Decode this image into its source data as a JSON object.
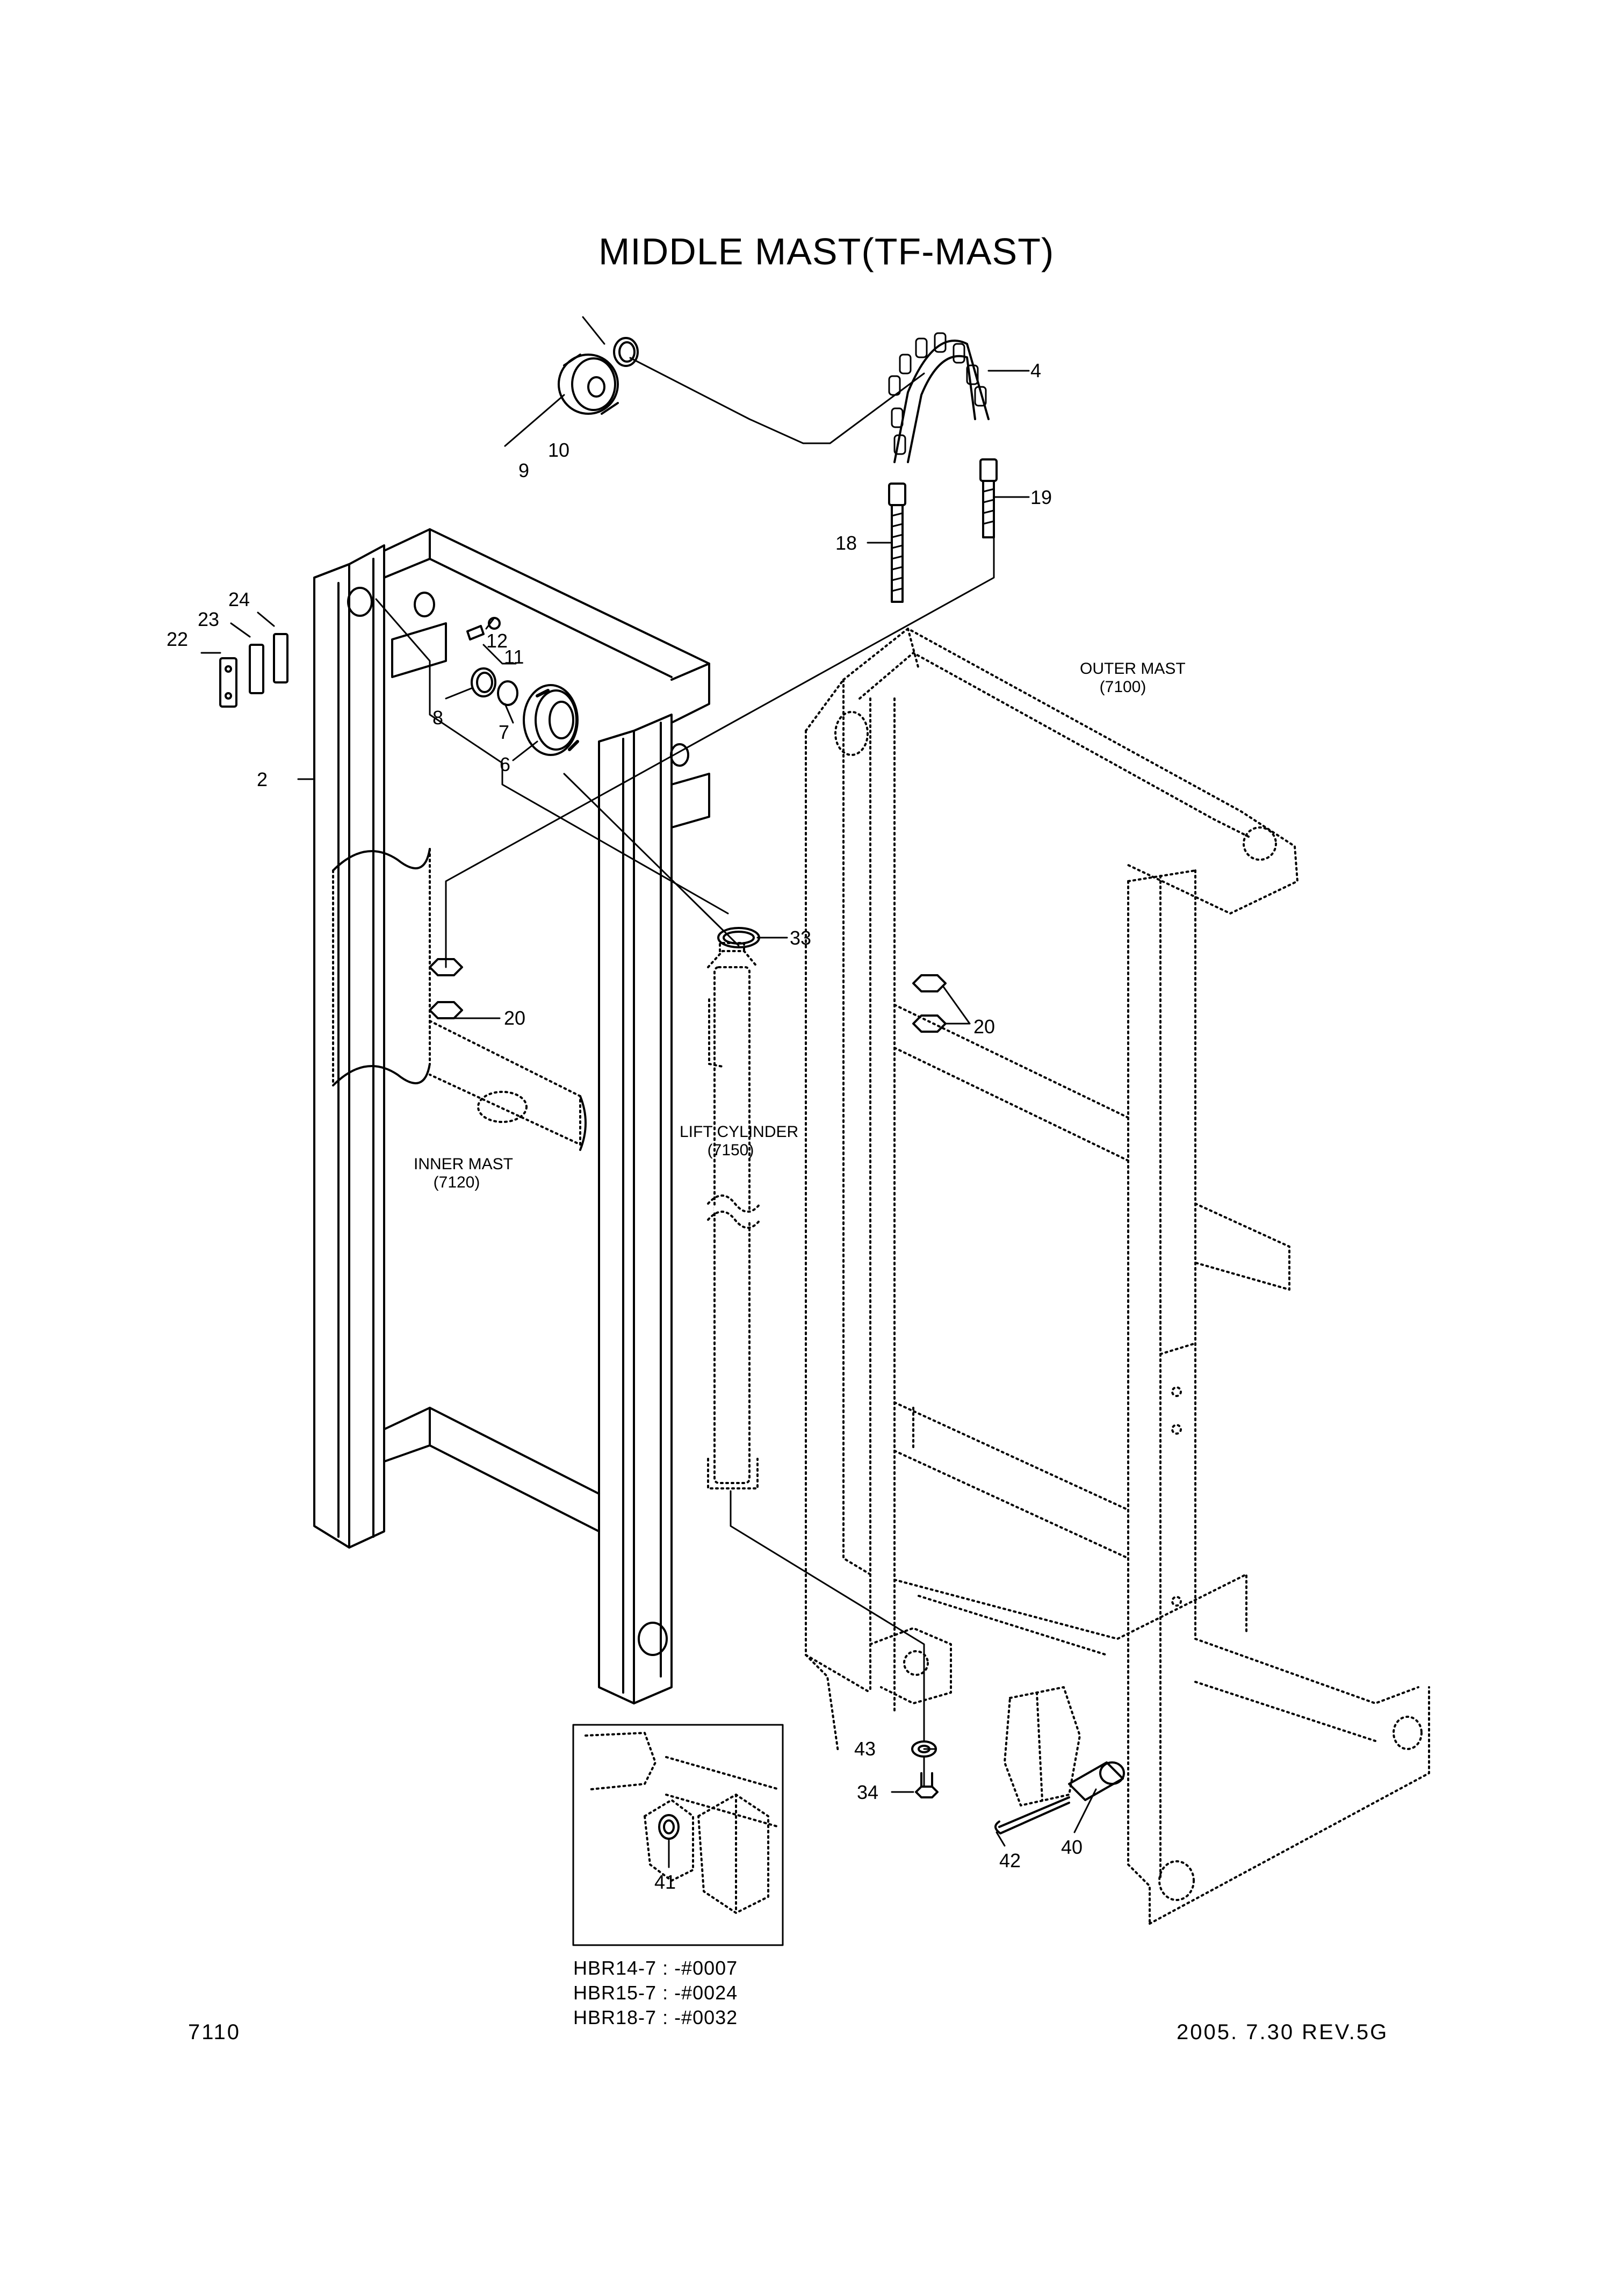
{
  "title": "MIDDLE MAST(TF-MAST)",
  "callouts": {
    "c2": "2",
    "c4": "4",
    "c6": "6",
    "c7": "7",
    "c8": "8",
    "c9": "9",
    "c10": "10",
    "c11": "11",
    "c12": "12",
    "c18": "18",
    "c19": "19",
    "c20a": "20",
    "c20b": "20",
    "c22": "22",
    "c23": "23",
    "c24": "24",
    "c33": "33",
    "c34": "34",
    "c40": "40",
    "c41": "41",
    "c42": "42",
    "c43": "43"
  },
  "labels": {
    "outer_mast": "OUTER MAST",
    "outer_mast_code": "(7100)",
    "inner_mast": "INNER MAST",
    "inner_mast_code": "(7120)",
    "lift_cylinder": "LIFT CYLINDER",
    "lift_cylinder_code": "(7150)"
  },
  "inset_notes": [
    "HBR14-7 : -#0007",
    "HBR15-7 : -#0024",
    "HBR18-7 : -#0032"
  ],
  "footer": {
    "page_number": "7110",
    "revision": "2005. 7.30 REV.5G"
  }
}
